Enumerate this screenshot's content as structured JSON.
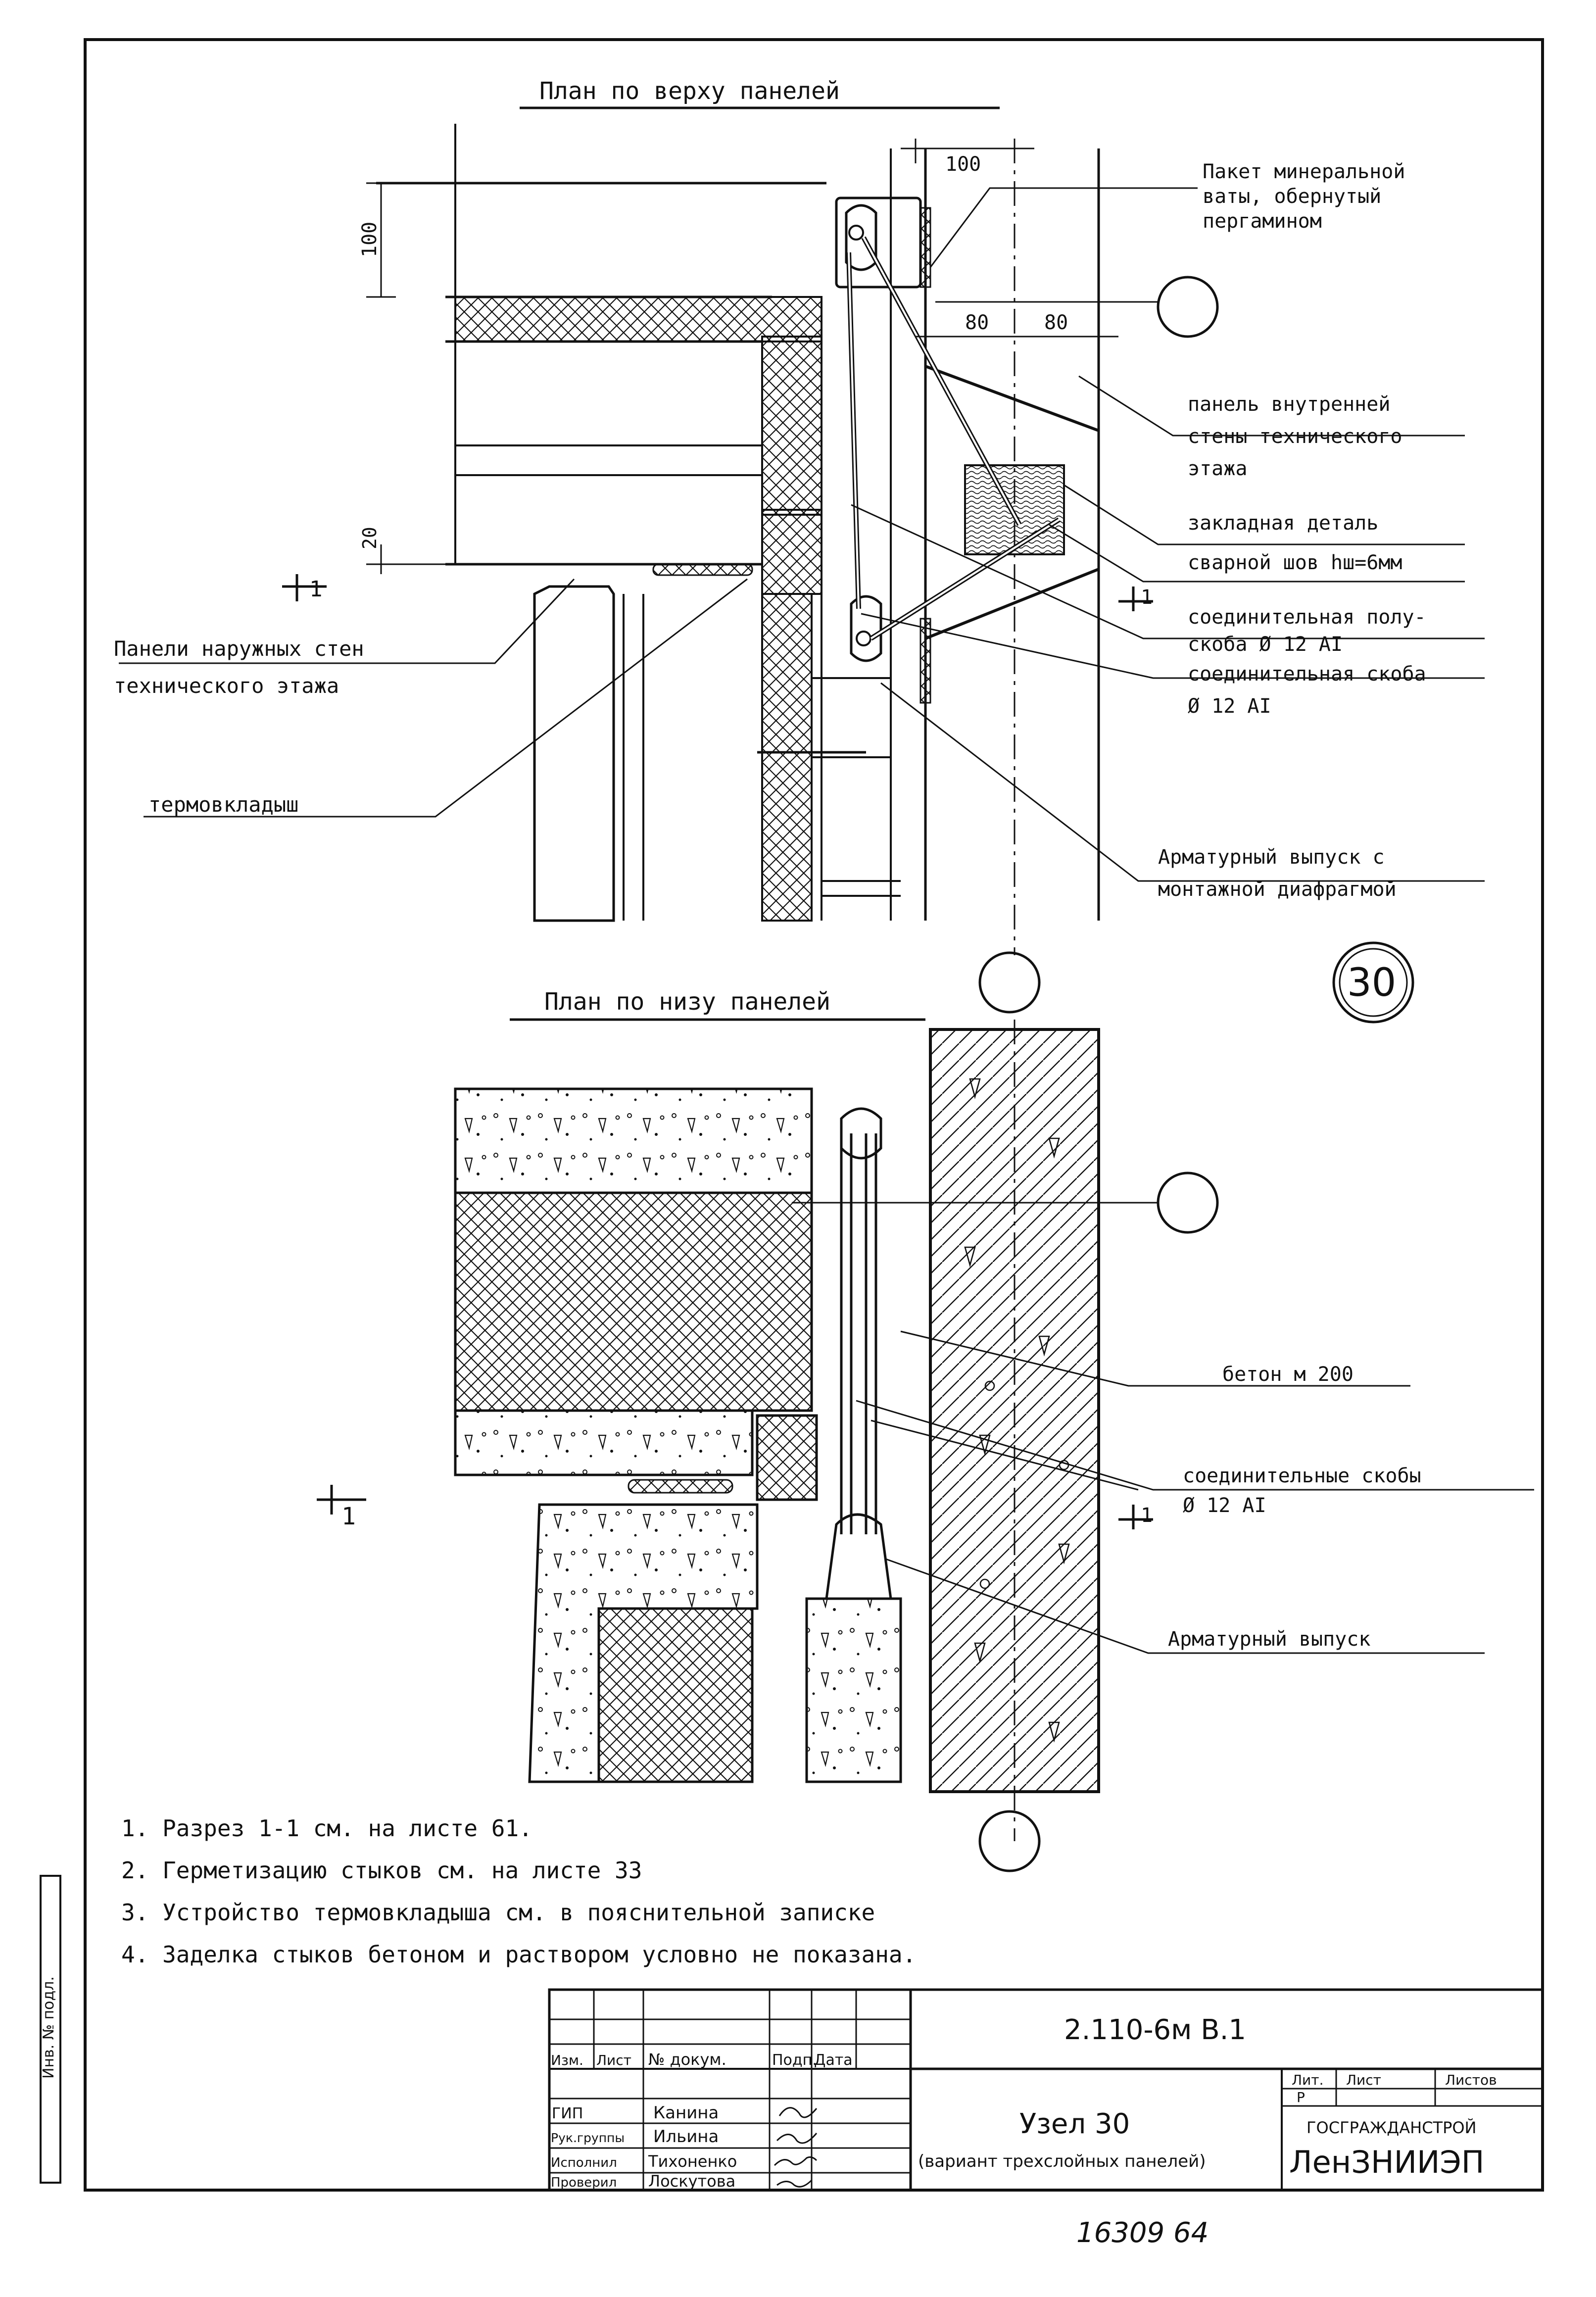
{
  "top_plan": {
    "title": "План по верху панелей",
    "dims": {
      "d100_top": "100",
      "d80_left": "80",
      "d80_right": "80",
      "d100_left": "100",
      "d20": "20"
    },
    "labels": {
      "wool_1": "Пакет минеральной",
      "wool_2": "ваты, обернутый",
      "wool_3": "пергамином",
      "inner_1": "панель внутренней",
      "inner_2": "стены технического",
      "inner_3": "этажа",
      "embed": "закладная деталь",
      "weld": "сварной шов hш=6мм",
      "half_1": "соединительная полу-",
      "half_2": "скоба Ø 12 AI",
      "brace_1": "соединительная скоба",
      "brace_2": "Ø 12 AI",
      "outer_1": "Панели наружных стен",
      "outer_2": "технического этажа",
      "insert": "термовкладыш",
      "rebar_1": "Арматурный выпуск с",
      "rebar_2": "монтажной диафрагмой",
      "section_left": "1",
      "section_right": "1"
    }
  },
  "node_badge": "30",
  "bottom_plan": {
    "title": "План по низу панелей",
    "labels": {
      "concrete": "бетон м 200",
      "braces_1": "соединительные скобы",
      "braces_2": "Ø 12 AI",
      "rebar": "Арматурный выпуск",
      "section_left": "1",
      "section_right": "1"
    }
  },
  "notes": [
    "1. Разрез 1-1 см. на листе 61.",
    "2. Герметизацию стыков см. на листе 33",
    "3. Устройство термовкладыша см. в пояснительной записке",
    "4. Заделка стыков бетоном и раствором условно не показана."
  ],
  "stamp": {
    "code": "2.110-6м В.1",
    "title_1": "Узел 30",
    "title_2": "(вариант трехслойных панелей)",
    "header": {
      "izm": "Изм.",
      "list": "Лист",
      "doc": "№ докум.",
      "sign": "Подп.",
      "date": "Дата"
    },
    "staff": [
      {
        "role": "ГИП",
        "name": "Канина"
      },
      {
        "role": "Рук.группы",
        "name": "Ильина"
      },
      {
        "role": "Исполнил",
        "name": "Тихоненко"
      },
      {
        "role": "Проверил",
        "name": "Лоскутова"
      }
    ],
    "lit_label": "Лит.",
    "sheet_label": "Лист",
    "sheets_label": "Листов",
    "lit_value": "Р",
    "org_1": "ГОСГРАЖДАНСТРОЙ",
    "org_2": "ЛенЗНИИЭП"
  },
  "footer_number": "16309 64",
  "side_stamp": "Инв. № подл."
}
